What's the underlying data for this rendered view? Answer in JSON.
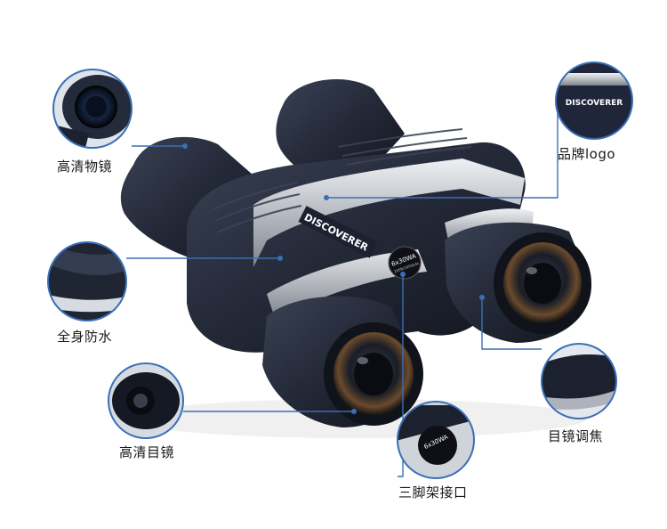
{
  "product": {
    "brand_text": "DISCOVERER",
    "model_text": "6x30WA",
    "sub_text": "200ft/1000yds"
  },
  "callouts": {
    "hd_objective": "高清物镜",
    "brand_logo": "品牌logo",
    "waterproof": "全身防水",
    "hd_eyepiece": "高清目镜",
    "tripod_mount": "三脚架接口",
    "focus": "目镜调焦"
  },
  "colors": {
    "leader_line": "#3a6fb5",
    "body_rubber": "#252b3a",
    "silver_band": "#bfc3c8",
    "lens_tint": "#e7a35a"
  }
}
